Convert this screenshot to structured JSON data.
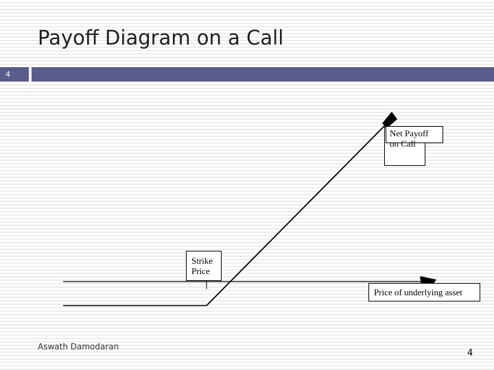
{
  "slide": {
    "title": "Payoff Diagram on a Call",
    "number_tab": "4",
    "footer_author": "Aswath Damodaran",
    "footer_page": "4"
  },
  "diagram": {
    "labels": {
      "net_payoff": [
        "Net Payoff",
        "on Call"
      ],
      "strike_price": [
        "Strike",
        "Price"
      ],
      "underlying": "Price of underlying asset"
    }
  },
  "colors": {
    "header_bar": "#5a5c8e",
    "lines": "#000000"
  }
}
